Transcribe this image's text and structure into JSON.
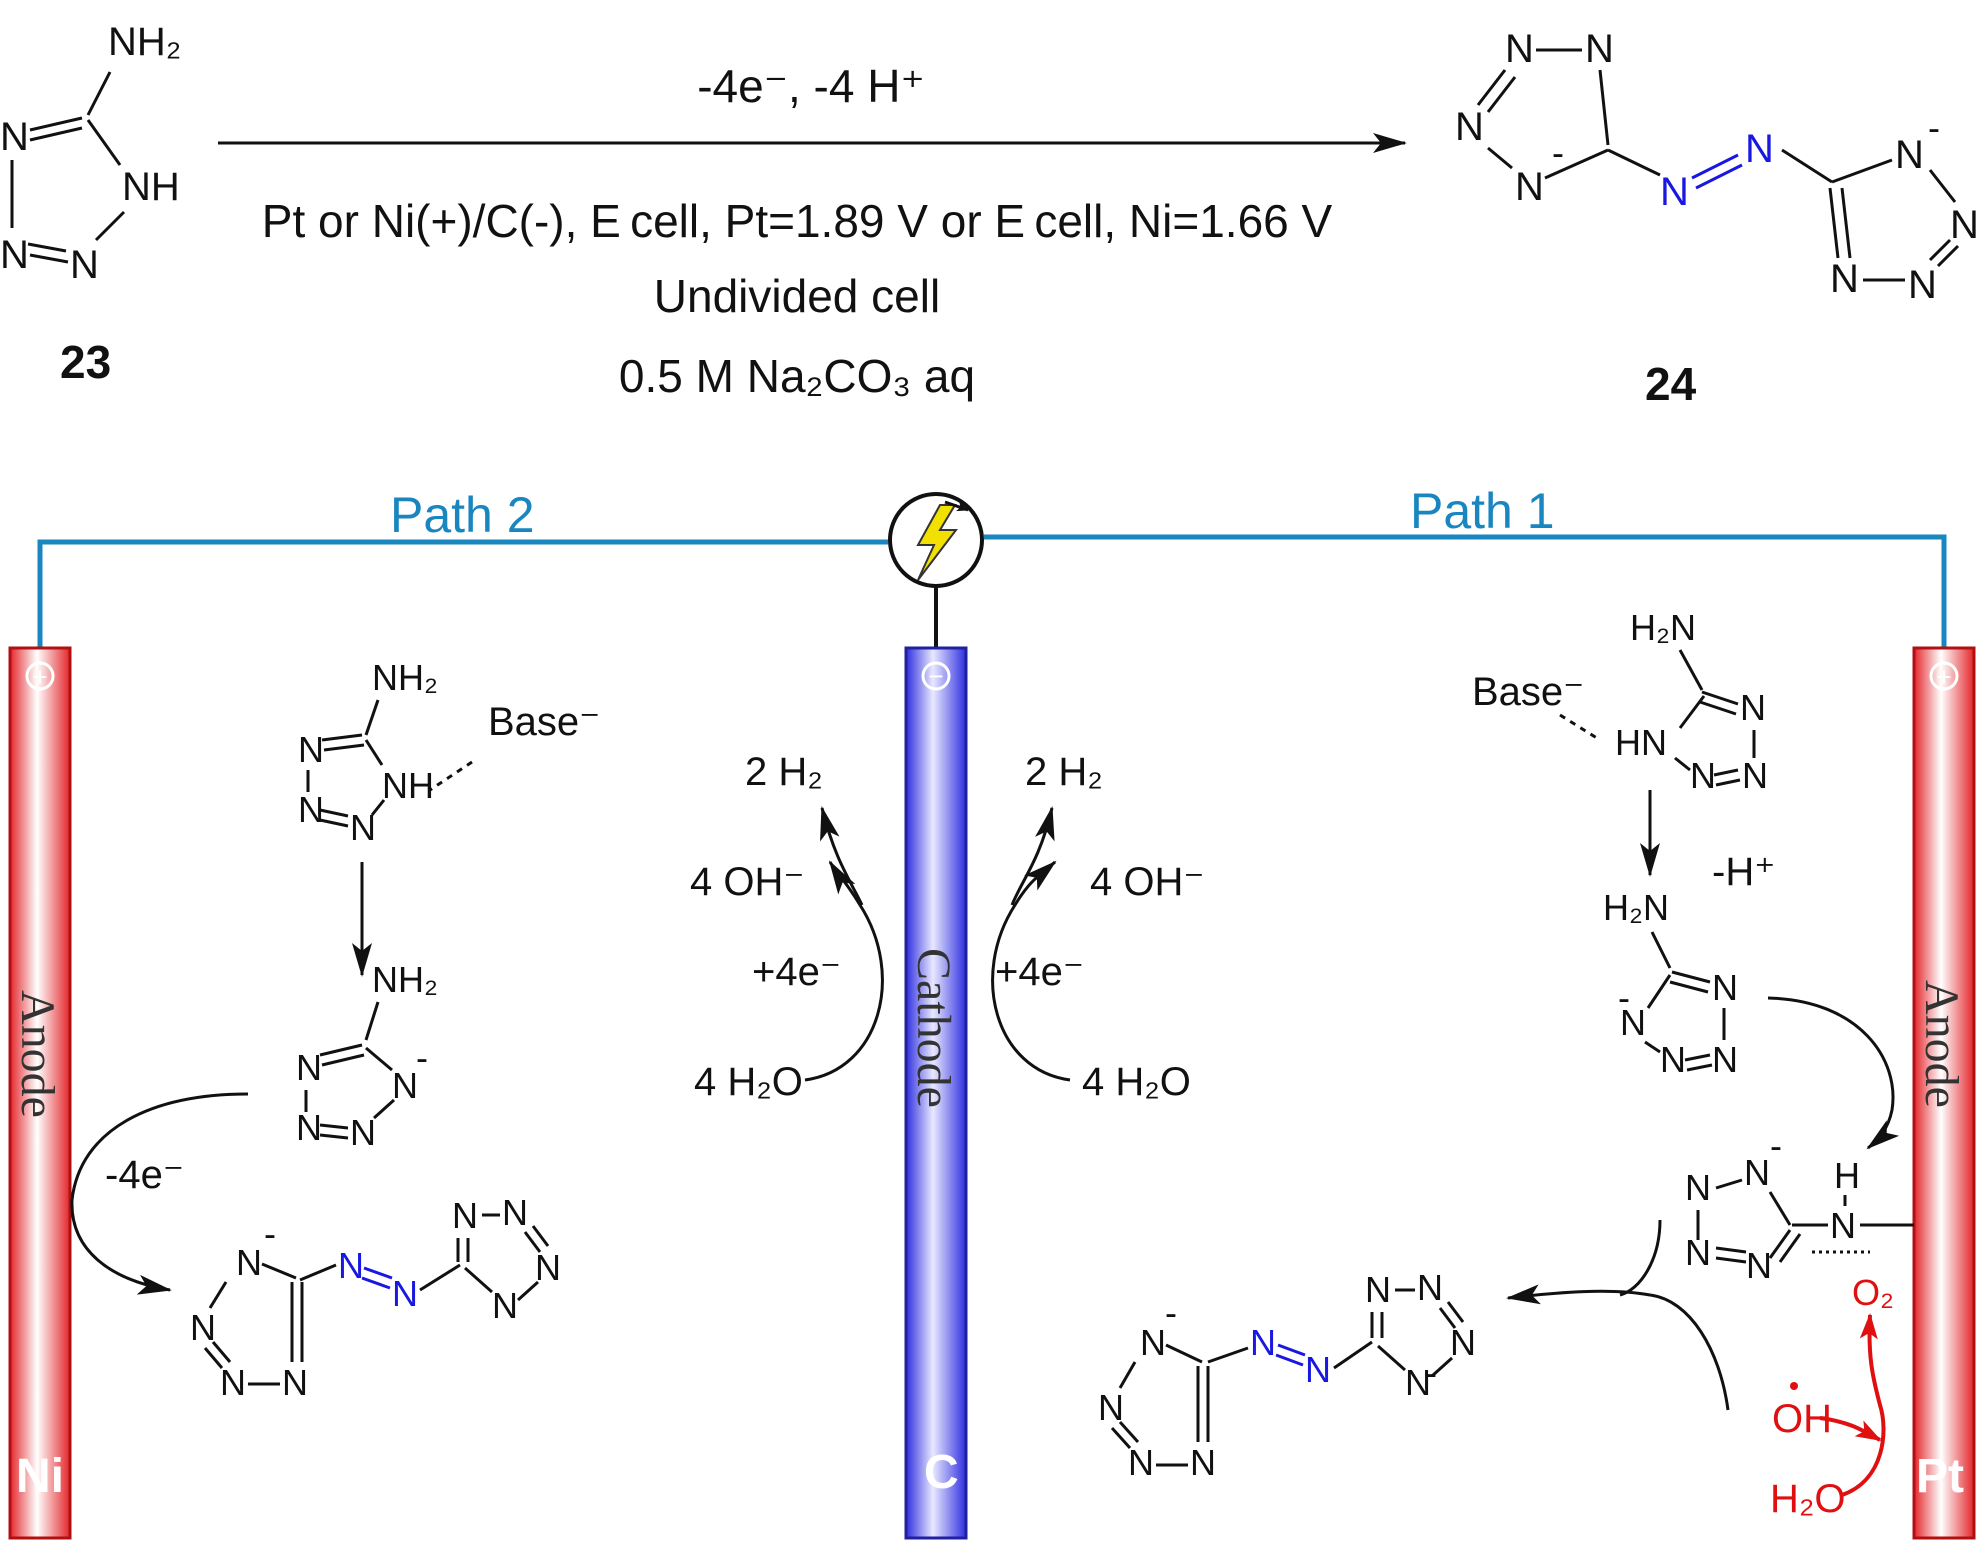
{
  "reaction": {
    "reactant_number": "23",
    "product_number": "24",
    "above_arrow": "-4e⁻, -4 H⁺",
    "conditions_line1": "Pt or Ni(+)/C(-), E cell, Pt=1.89 V or E cell, Ni=1.66 V",
    "conditions_line2": "Undivided cell",
    "conditions_line3": "0.5 M Na₂CO₃ aq"
  },
  "circuit": {
    "path_left": "Path 2",
    "path_right": "Path 1"
  },
  "electrodes": {
    "left_label": "Anode",
    "left_metal": "Ni",
    "center_label": "Cathode",
    "center_metal": "C",
    "right_label": "Anode",
    "right_metal": "Pt",
    "plus_sign": "+",
    "minus_sign": "−"
  },
  "cathode_reactions": {
    "h2": "2 H₂",
    "oh": "4 OH⁻",
    "electrons": "+4e⁻",
    "water": "4 H₂O"
  },
  "path2": {
    "base": "Base⁻",
    "oxidation": "-4e⁻"
  },
  "path1": {
    "base": "Base⁻",
    "deprotonation": "-H⁺",
    "oh_radical": "OH",
    "water": "H₂O",
    "oxygen": "O₂"
  },
  "atoms": {
    "N": "N",
    "NH": "NH",
    "HN": "HN",
    "H": "H",
    "NH2": "NH₂",
    "H2N": "H₂N",
    "minus": "-"
  },
  "colors": {
    "anode_red": "#e3262b",
    "cathode_blue": "#2f2fe0",
    "circuit_blue": "#1a86c0",
    "azo_blue": "#1818e0",
    "radical_red": "#e01010"
  }
}
